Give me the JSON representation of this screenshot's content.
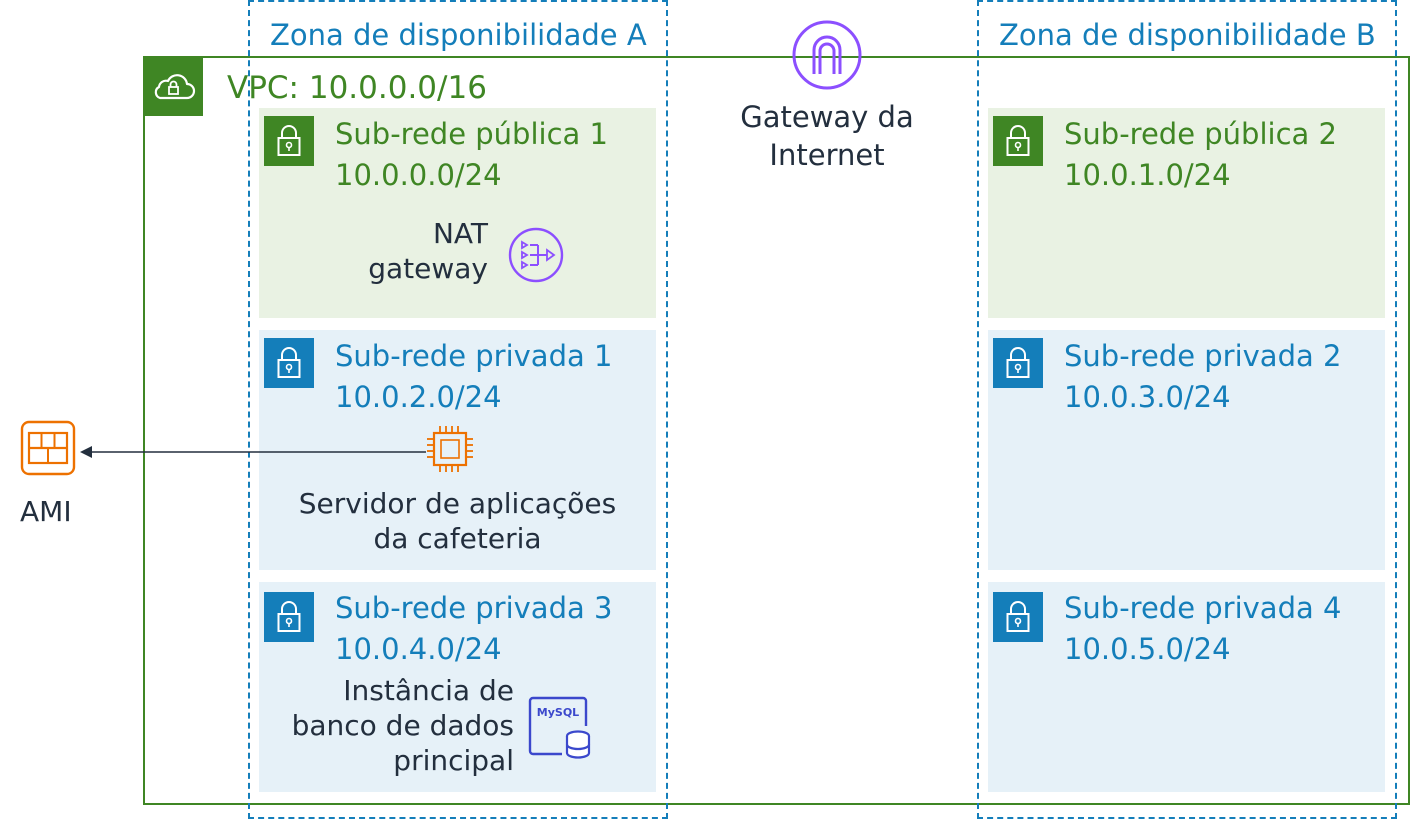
{
  "vpc": {
    "label": "VPC: 10.0.0.0/16",
    "color": "#3f8624"
  },
  "zones": [
    {
      "label": "Zona de disponibilidade A"
    },
    {
      "label": "Zona de disponibilidade B"
    }
  ],
  "internet_gateway": {
    "label_line1": "Gateway da",
    "label_line2": "Internet",
    "icon": "internet-gateway-icon"
  },
  "subnets": [
    {
      "name": "Sub-rede pública 1",
      "cidr": "10.0.0.0/24",
      "type": "public"
    },
    {
      "name": "Sub-rede privada 1",
      "cidr": "10.0.2.0/24",
      "type": "private"
    },
    {
      "name": "Sub-rede privada 3",
      "cidr": "10.0.4.0/24",
      "type": "private"
    },
    {
      "name": "Sub-rede pública 2",
      "cidr": "10.0.1.0/24",
      "type": "public"
    },
    {
      "name": "Sub-rede privada 2",
      "cidr": "10.0.3.0/24",
      "type": "private"
    },
    {
      "name": "Sub-rede privada 4",
      "cidr": "10.0.5.0/24",
      "type": "private"
    }
  ],
  "nat_gateway": {
    "label_line1": "NAT",
    "label_line2": "gateway",
    "icon": "nat-gateway-icon"
  },
  "app_server": {
    "label_line1": "Servidor de aplicações",
    "label_line2": "da cafeteria",
    "icon": "ec2-instance-icon"
  },
  "database": {
    "label_line1": "Instância de",
    "label_line2": "banco de dados",
    "label_line3": "principal",
    "icon": "mysql-db-icon",
    "badge": "MySQL"
  },
  "ami": {
    "label": "AMI",
    "icon": "ami-icon"
  },
  "colors": {
    "public": "#3f8624",
    "private": "#147eba",
    "gateway": "#8c4fff",
    "compute": "#ed7100",
    "db": "#3b48cc",
    "text": "#232f3e"
  }
}
